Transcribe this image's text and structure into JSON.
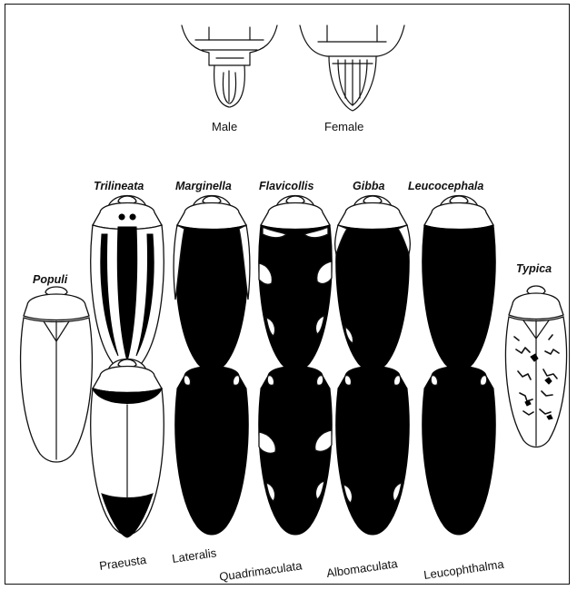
{
  "figure": {
    "sex_labels": {
      "male": "Male",
      "female": "Female"
    },
    "top_row": [
      "Trilineata",
      "Marginella",
      "Flavicollis",
      "Gibba",
      "Leucocephala"
    ],
    "bottom_row": [
      "Praeusta",
      "Lateralis",
      "Quadrimaculata",
      "Albomaculata",
      "Leucophthalma"
    ],
    "left_form": "Populi",
    "right_form": "Typica"
  }
}
